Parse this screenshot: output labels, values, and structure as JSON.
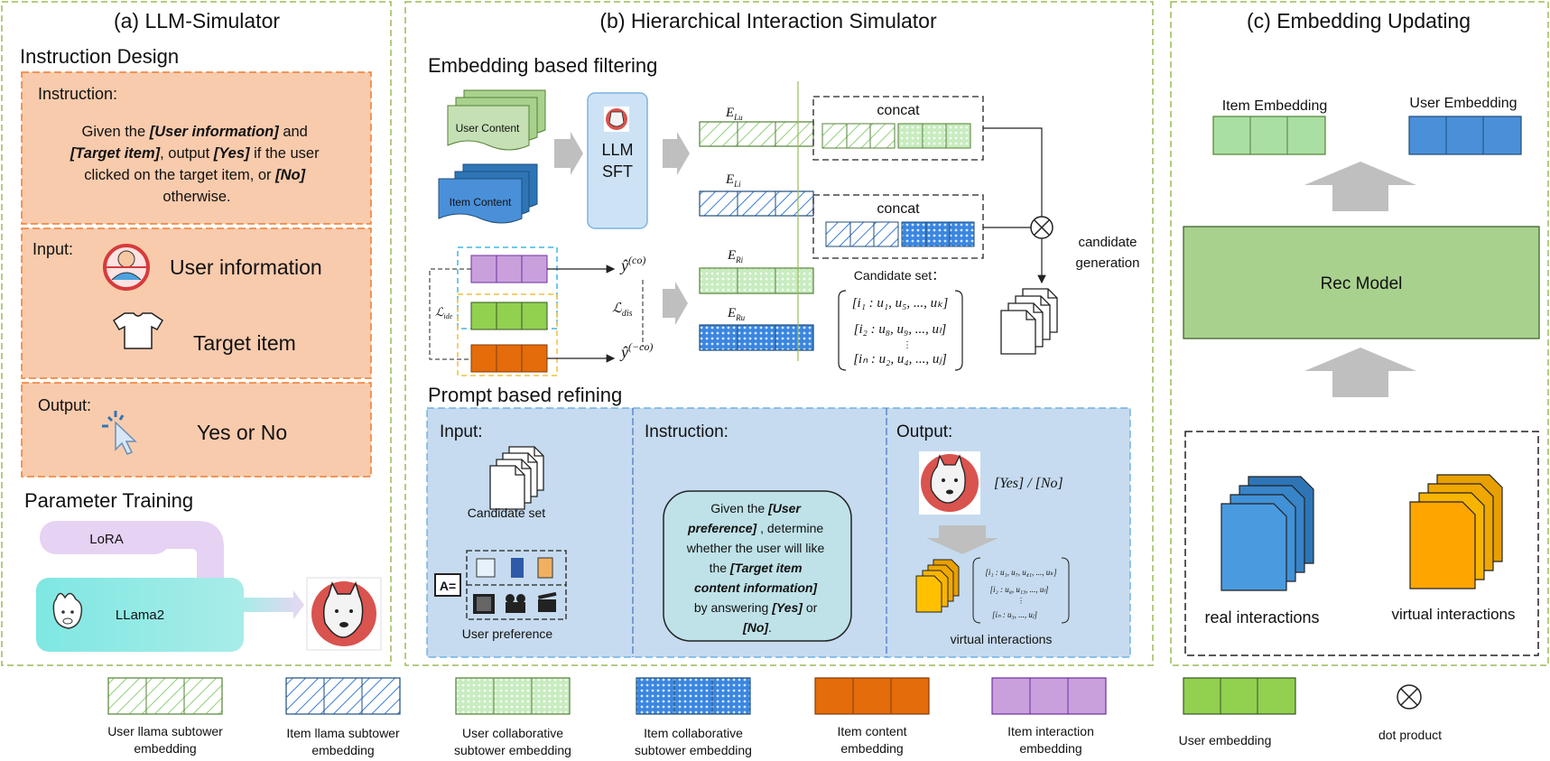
{
  "panels": {
    "a": {
      "title": "(a) LLM-Simulator",
      "instruction_design": "Instruction Design",
      "instruction_label": "Instruction:",
      "instruction_lines": [
        [
          "Given the ",
          "[User information]",
          " and"
        ],
        [
          "[Target item]",
          ", output ",
          "[Yes]",
          " if the user"
        ],
        [
          "clicked on the target item, or ",
          "[No]"
        ],
        [
          "otherwise."
        ]
      ],
      "input_label": "Input:",
      "user_information": "User information",
      "target_item": "Target item",
      "output_label": "Output:",
      "yes_or_no": "Yes or No",
      "parameter_training": "Parameter Training",
      "lora": "LoRA",
      "llama2": "LLama2"
    },
    "b": {
      "title": "(b) Hierarchical Interaction Simulator",
      "embedding_filtering": "Embedding based filtering",
      "user_content": "User Content",
      "item_content": "Item Content",
      "llm_sft_1": "LLM",
      "llm_sft_2": "SFT",
      "e_lu": "E",
      "e_lu_sub": "Lu",
      "e_li_sub": "Li",
      "e_ri_sub": "Ri",
      "e_ru_sub": "Ru",
      "l_ide": "ℒ",
      "l_ide_sub": "ide",
      "l_dis": "ℒ",
      "l_dis_sub": "dis",
      "y_co": "ŷ",
      "y_co_sup": "(co)",
      "y_neg_co_sup": "(−co)",
      "concat": "concat",
      "candidate_set": "Candidate set：",
      "candidate_rows": [
        "[i₁ : u₁, u₅, ..., uₖ]",
        "[i₂ : u₈, u₉, ..., uₗ]",
        "[iₙ : u₂, u₄, ..., uⱼ]"
      ],
      "candidate_generation_1": "candidate",
      "candidate_generation_2": "generation",
      "prompt_refining": "Prompt based refining",
      "input_label": "Input:",
      "candidate_set_label": "Candidate set",
      "user_preference": "User preference",
      "instruction_label": "Instruction:",
      "instr_lines": [
        [
          "Given the ",
          "[User"
        ],
        [
          "preference]",
          " , determine"
        ],
        [
          "whether the user will like"
        ],
        [
          "the ",
          "[Target item"
        ],
        [
          "content information]"
        ],
        [
          "by answering ",
          "[Yes]",
          " or"
        ],
        [
          "[No]",
          "."
        ]
      ],
      "output_label": "Output:",
      "yes_no_out": "[Yes] / [No]",
      "virtual_rows": [
        "[i₁ : u₁, u₇, u₄₁, ..., uₖ]",
        "[i₂ : u₈, u₁₃, ..., uₗ]",
        "⋮",
        "[iₙ : u₃, ..., uⱼ]"
      ],
      "virtual_interactions": "virtual interactions"
    },
    "c": {
      "title": "(c) Embedding Updating",
      "item_embedding": "Item Embedding",
      "user_embedding": "User Embedding",
      "rec_model": "Rec Model",
      "real_interactions": "real interactions",
      "virtual_interactions": "virtual interactions"
    }
  },
  "legend": [
    {
      "line1": "User llama subtower",
      "line2": "embedding"
    },
    {
      "line1": "Item llama subtower",
      "line2": "embedding"
    },
    {
      "line1": "User collaborative",
      "line2": "subtower embedding"
    },
    {
      "line1": "Item collaborative",
      "line2": "subtower embedding"
    },
    {
      "line1": "Item content",
      "line2": "embedding"
    },
    {
      "line1": "Item interaction",
      "line2": "embedding"
    },
    {
      "line1": "User embedding",
      "line2": ""
    },
    {
      "line1": "dot product",
      "line2": ""
    }
  ],
  "colors": {
    "panel_border": "#9bbb59",
    "orange_box_fill": "#f8cbad",
    "orange_box_border": "#ed7d31",
    "blue_region_fill": "#c6dbef",
    "green_user": "#92d050",
    "green_light": "#a9dfa3",
    "blue_item": "#2e75b6",
    "orange_content": "#e46c0a",
    "purple_interaction": "#c9a0dc",
    "rec_model_fill": "#a9d18e",
    "gray_arrow": "#bfbfbf"
  }
}
